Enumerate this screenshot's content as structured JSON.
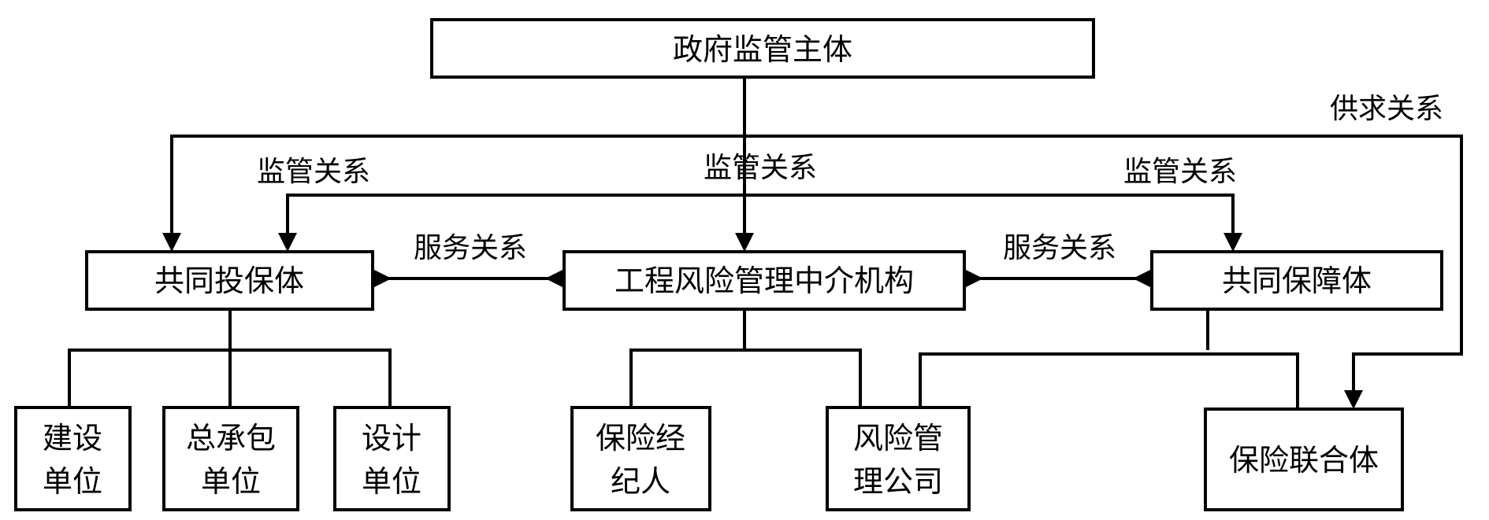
{
  "nodes": {
    "government": "政府监管主体",
    "joint_insured": "共同投保体",
    "intermediary": "工程风险管理中介机构",
    "joint_guarantee": "共同保障体",
    "construction_unit": [
      "建设",
      "单位"
    ],
    "general_contractor": [
      "总承包",
      "单位"
    ],
    "design_unit": [
      "设计",
      "单位"
    ],
    "insurance_broker": [
      "保险经",
      "纪人"
    ],
    "risk_mgmt_company": [
      "风险管",
      "理公司"
    ],
    "insurance_consortium": "保险联合体"
  },
  "relations": {
    "supervision": "监管关系",
    "service": "服务关系",
    "supply_demand": "供求关系"
  }
}
